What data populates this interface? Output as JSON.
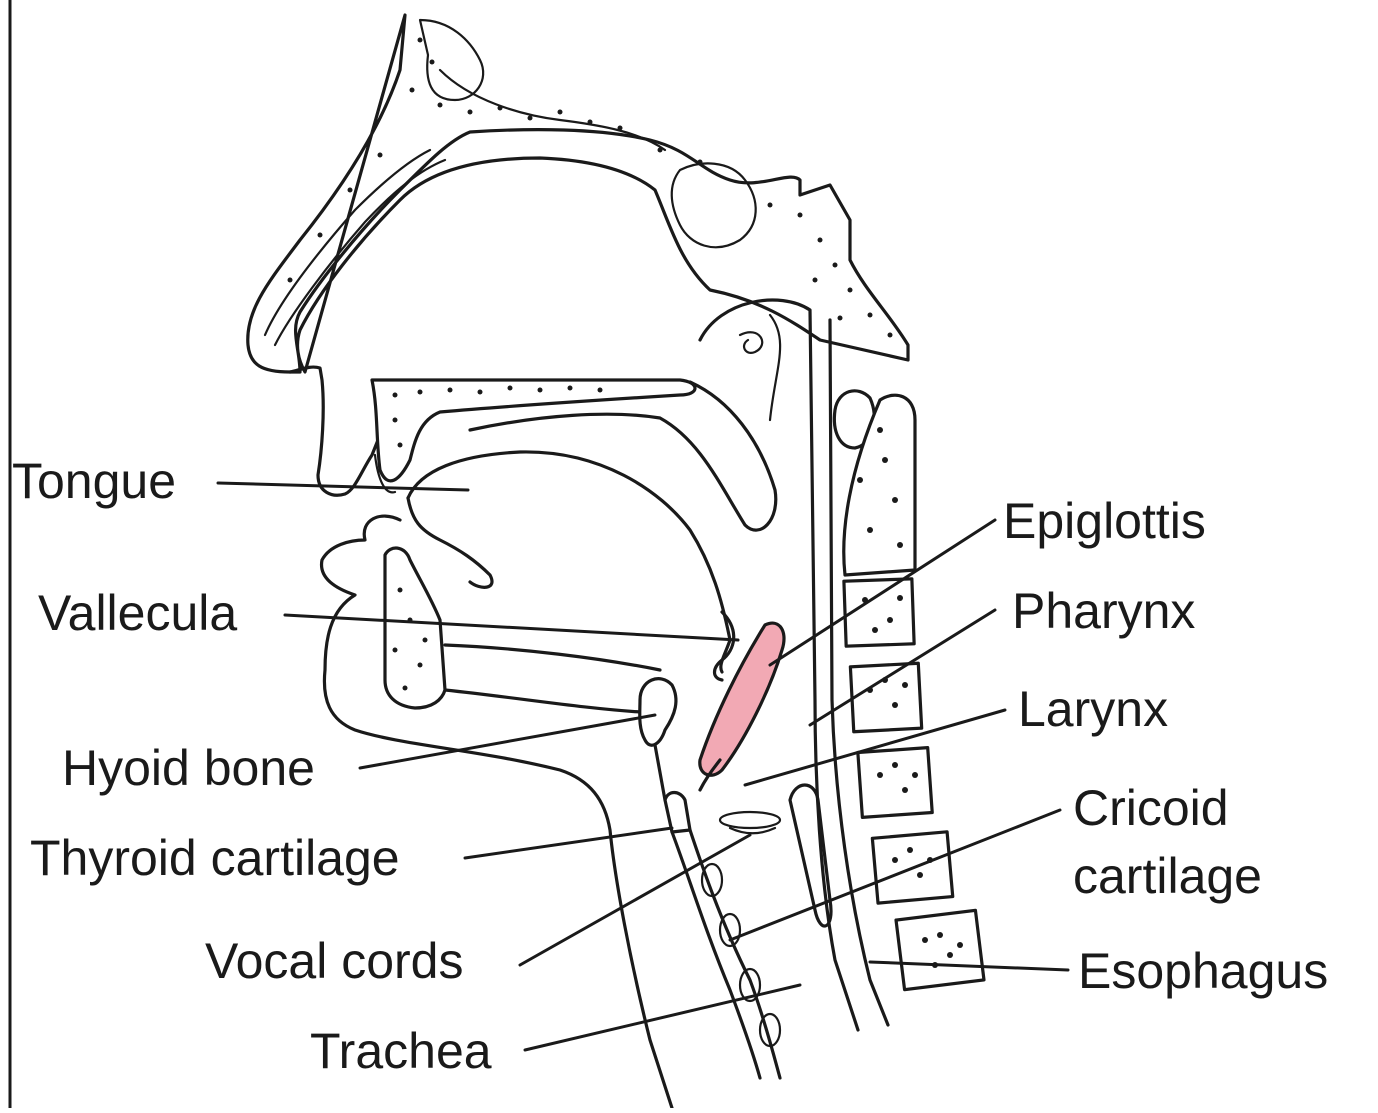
{
  "labels": {
    "tongue": "Tongue",
    "vallecula": "Vallecula",
    "hyoid_bone": "Hyoid bone",
    "thyroid_cartilage": "Thyroid cartilage",
    "vocal_cords": "Vocal cords",
    "trachea": "Trachea",
    "epiglottis": "Epiglottis",
    "pharynx": "Pharynx",
    "larynx": "Larynx",
    "cricoid_line1": "Cricoid",
    "cricoid_line2": "cartilage",
    "esophagus": "Esophagus"
  },
  "colors": {
    "line": "#1a1a1a",
    "epiglottis_fill": "#f2a9b4",
    "background": "#ffffff"
  }
}
